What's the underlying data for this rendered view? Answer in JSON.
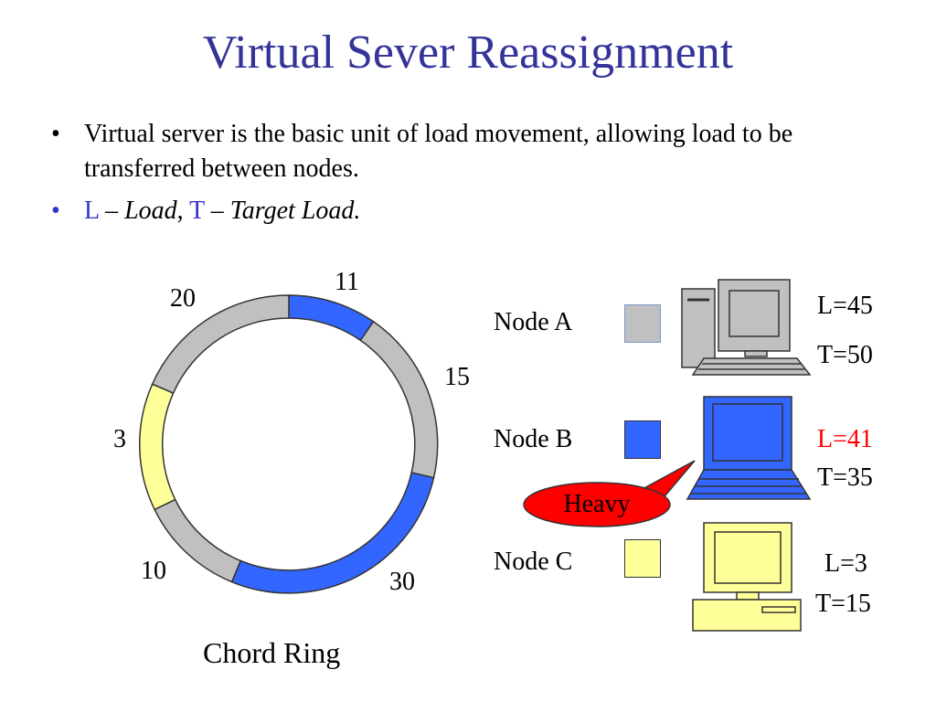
{
  "slide": {
    "title": "Virtual Sever Reassignment",
    "bullets": {
      "first": "Virtual server is the basic unit of load movement, allowing load to be transferred between nodes.",
      "second": {
        "l_symbol": "L",
        "l_sep": " – ",
        "l_word": "Load",
        "comma": ", ",
        "t_symbol": "T",
        "t_sep": " – ",
        "t_word": "Target Load."
      },
      "marker": "•"
    }
  },
  "ring": {
    "caption": "Chord Ring",
    "labels": {
      "v11": "11",
      "v15": "15",
      "v30": "30",
      "v10": "10",
      "v3": "3",
      "v20": "20"
    },
    "segment_colors": {
      "blue": "#3366FF",
      "gray": "#C0C0C0",
      "yellow": "#FFFF99"
    }
  },
  "nodes": [
    {
      "name": "Node A",
      "color": "#C0C0C0",
      "load": "L=45",
      "target": "T=50",
      "computer": "desktop-tower-icon"
    },
    {
      "name": "Node B",
      "color": "#3366FF",
      "load": "L=41",
      "target": "T=35",
      "computer": "laptop-icon"
    },
    {
      "name": "Node C",
      "color": "#FFFF99",
      "load": "L=3",
      "target": "T=15",
      "computer": "desktop-icon"
    }
  ],
  "callout": {
    "text": "Heavy",
    "color": "#FF0000"
  },
  "colors": {
    "title": "#333399",
    "accent_blue": "#3333CC",
    "overload": "#FF0000"
  }
}
